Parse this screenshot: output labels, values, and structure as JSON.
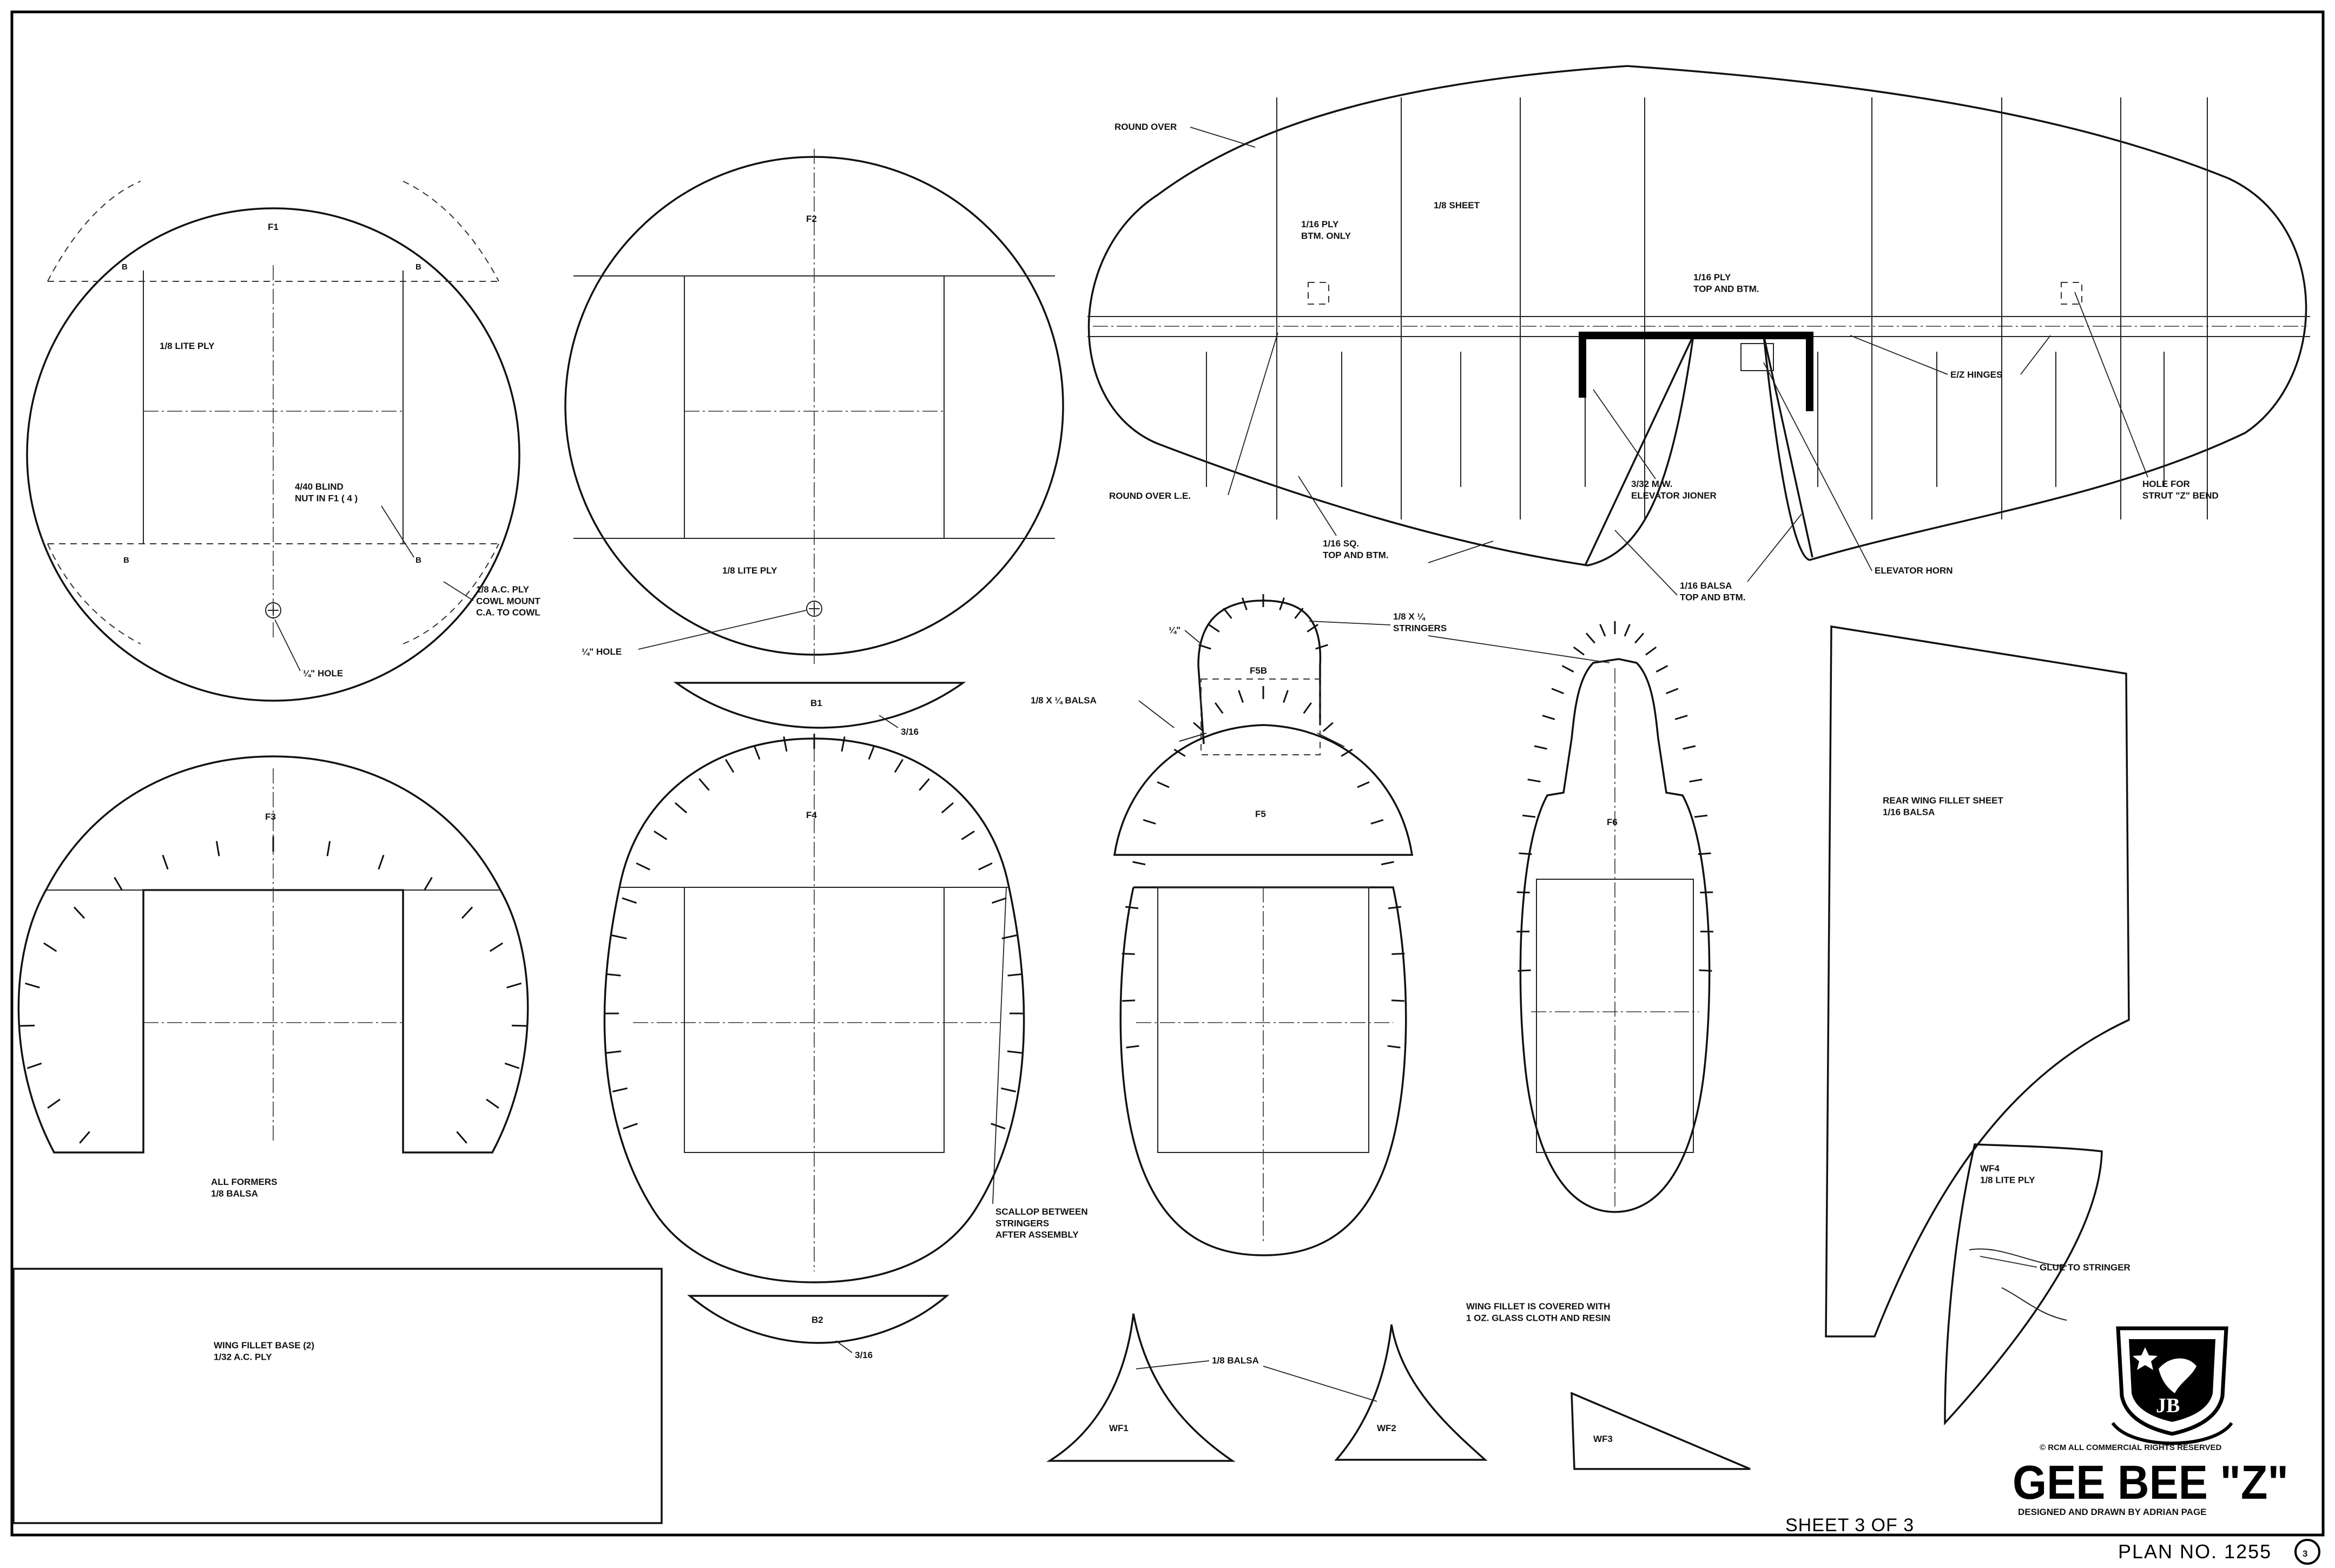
{
  "plan": {
    "title": "GEE BEE \"Z\"",
    "designer": "DESIGNED AND DRAWN BY ADRIAN PAGE",
    "copyright": "© RCM ALL COMMERCIAL RIGHTS RESERVED",
    "sheet": "SHEET 3 OF 3",
    "plan_no": "PLAN NO. 1255",
    "plan_no_circled": "3"
  },
  "formers": {
    "f1": "F1",
    "f2": "F2",
    "f3": "F3",
    "f4": "F4",
    "f5": "F5",
    "f5b": "F5B",
    "f6": "F6",
    "b1": "B1",
    "b2": "B2"
  },
  "labels": {
    "f1_material": "1/8 LITE PLY",
    "blind_nut": "4/40 BLIND\nNUT IN F1 ( 4 )",
    "cowl_mount": "1/8 A.C. PLY\nCOWL MOUNT\nC.A. TO COWL",
    "hole_f1": "¼\" HOLE",
    "hole_f2": "¼\" HOLE",
    "f2_material": "1/8 LITE PLY",
    "b1_thick": "3/16",
    "b2_thick": "3/16",
    "all_formers": "ALL FORMERS\n1/8 BALSA",
    "scallop": "SCALLOP BETWEEN\nSTRINGERS\nAFTER ASSEMBLY",
    "quarter": "¼\"",
    "balsa_strip": "1/8 X ¼ BALSA",
    "stringers": "1/8 X ¼\nSTRINGERS",
    "round_over": "ROUND OVER",
    "stab_ply": "1/16 PLY\nBTM. ONLY",
    "stab_sheet": "1/8 SHEET",
    "top_btm_ply": "1/16 PLY\nTOP AND BTM.",
    "ez_hinges": "E/Z HINGES",
    "round_over_le": "ROUND OVER L.E.",
    "joiner": "3/32 M.W.\nELEVATOR JIONER",
    "hole_strut": "HOLE FOR\nSTRUT \"Z\" BEND",
    "sq_stock": "1/16 SQ.\nTOP AND BTM.",
    "balsa_top_btm": "1/16 BALSA\nTOP AND BTM.",
    "elevator_horn": "ELEVATOR HORN",
    "rear_fillet": "REAR WING FILLET SHEET\n1/16 BALSA",
    "wf4": "WF4\n1/8 LITE PLY",
    "glue_stringer": "GLUE TO STRINGER",
    "fillet_cover": "WING FILLET IS COVERED WITH\n1 OZ. GLASS CLOTH AND RESIN",
    "fillet_base": "WING FILLET BASE (2)\n1/32 A.C. PLY",
    "wf_balsa": "1/8 BALSA",
    "wf1": "WF1",
    "wf2": "WF2",
    "wf3": "WF3",
    "spar_mark": "B"
  },
  "colors": {
    "ink": "#111111",
    "paper": "#ffffff"
  }
}
